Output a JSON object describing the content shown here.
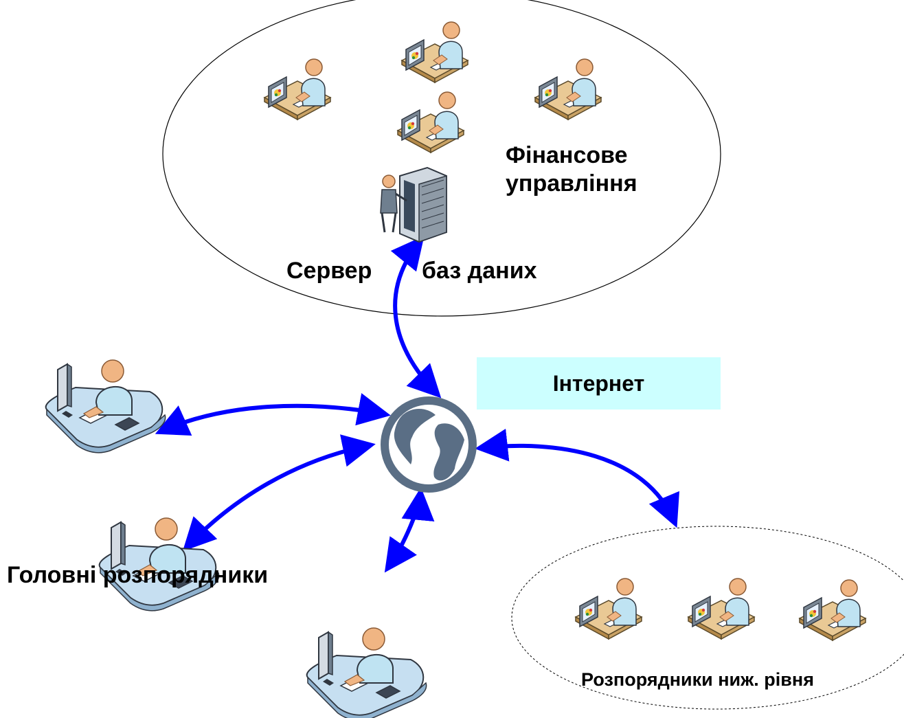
{
  "labels": {
    "finance_line1": "Фінансове",
    "finance_line2": "управління",
    "server": "Сервер",
    "database": "баз даних",
    "internet": "Інтернет",
    "main_managers": "Головні розпорядники",
    "lower_managers": "Розпорядники ниж. рівня"
  },
  "icons": {
    "globe": "globe-icon",
    "server": "server-rack-icon",
    "workstation": "user-workstation-icon",
    "office": "office-worker-icon",
    "document_worker": "document-worker-icon"
  },
  "colors": {
    "arrow": "#0000ff",
    "internet_box": "#ccffff",
    "globe": "#5a6e85",
    "ellipse_stroke": "#000000"
  }
}
